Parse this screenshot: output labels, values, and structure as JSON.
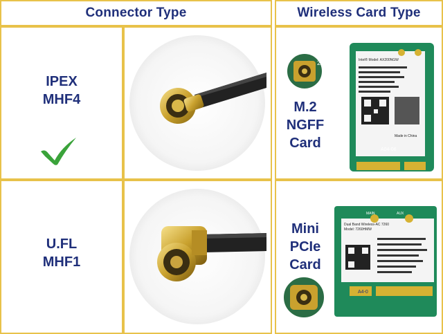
{
  "headers": {
    "connector": "Connector Type",
    "wireless": "Wireless Card Type"
  },
  "rows": [
    {
      "connector_line1": "IPEX",
      "connector_line2": "MHF4",
      "check_icon": "check-icon",
      "card_line1": "M.2",
      "card_line2": "NGFF",
      "card_line3": "Card",
      "card_chip": {
        "line1": "Intel® Model: AX200NGW",
        "line2": "Made in China",
        "line3": "A04-06",
        "badge": "2"
      }
    },
    {
      "connector_line1": "U.FL",
      "connector_line2": "MHF1",
      "card_line1": "Mini",
      "card_line2": "PCIe",
      "card_line3": "Card",
      "card_chip": {
        "line1": "Dual Band Wireless-AC 7260",
        "line2": "Model: 7260HMW",
        "line3": "A4-0",
        "main": "MAIN",
        "aux": "AUX"
      }
    }
  ],
  "colors": {
    "heading_text": "#1f2f7a",
    "border": "#e8c24a",
    "check": "#3aa33a",
    "pcb": "#1f8a5a"
  }
}
